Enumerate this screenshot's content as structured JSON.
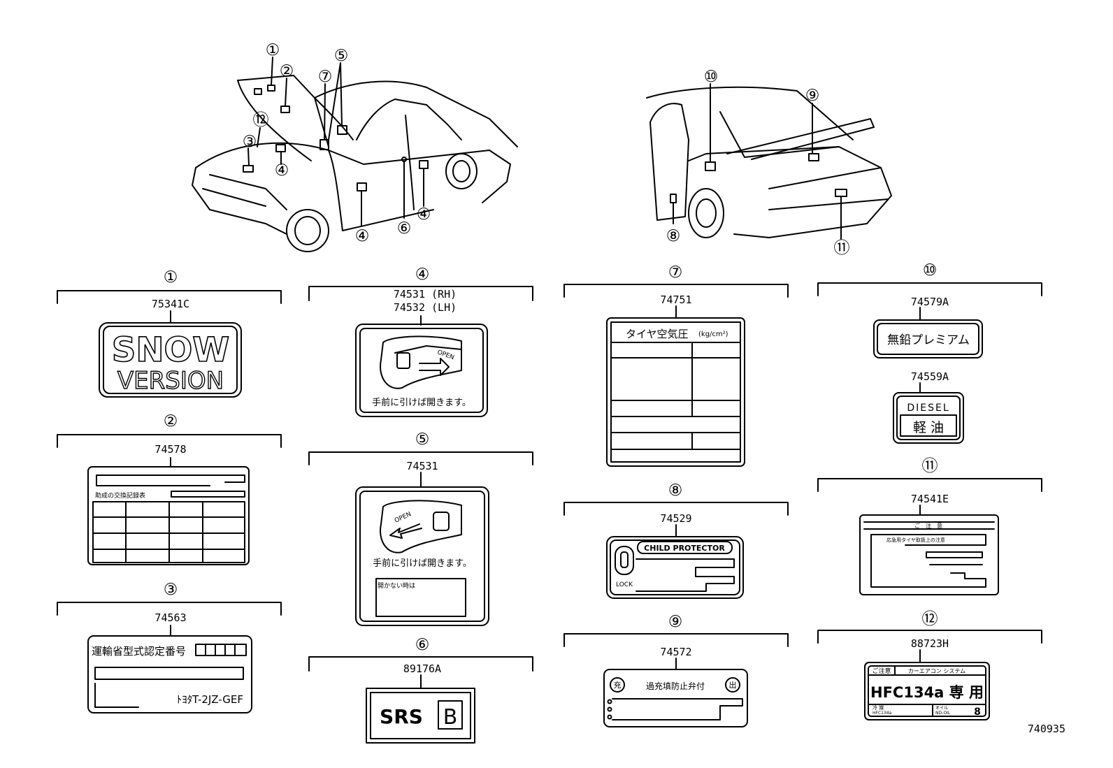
{
  "callouts": {
    "n1": "①",
    "n2": "②",
    "n3": "③",
    "n4": "④",
    "n5": "⑤",
    "n6": "⑥",
    "n7": "⑦",
    "n8": "⑧",
    "n9": "⑨",
    "n10": "⑩",
    "n11": "⑪",
    "n12": "⑫"
  },
  "labels": {
    "l1": {
      "part": "75341C",
      "line1": "SNOW",
      "line2": "VERSION"
    },
    "l2": {
      "part": "74578",
      "text": "助成の交換記録表"
    },
    "l3": {
      "part": "74563",
      "line1": "運輸省型式認定番号",
      "line2": "ﾄﾖﾀT-2JZ-GEF"
    },
    "l4": {
      "part_rh": "74531 (RH)",
      "part_lh": "74532 (LH)",
      "open": "OPEN",
      "caption": "手前に引けば開きます。"
    },
    "l5": {
      "part": "74531",
      "open": "OPEN",
      "caption": "手前に引けば開きます。",
      "note": "開かない時は"
    },
    "l6": {
      "part": "89176A",
      "srs": "SRS",
      "letter": "B"
    },
    "l7": {
      "part": "74751",
      "header": "タイヤ空気圧",
      "unit": "(kg/cm²)"
    },
    "l8": {
      "part": "74529",
      "title": "CHILD PROTECTOR",
      "lock": "LOCK"
    },
    "l9": {
      "part": "74572",
      "left_mark": "充",
      "text": "過充填防止弁付",
      "right_mark": "出"
    },
    "l10": {
      "part_a": "74579A",
      "text_a": "無鉛プレミアム",
      "part_b": "74559A",
      "text_b1": "DIESEL",
      "text_b2": "軽 油"
    },
    "l11": {
      "part": "74541E",
      "header": "ご　注　意",
      "sub": "応急用タイヤ取扱上の注意"
    },
    "l12": {
      "part": "88723H",
      "tag": "ご注意",
      "system": "カーエアコン システム",
      "main": "HFC134a 専 用",
      "gas": "冷 媒",
      "gas_val": "HFC134a",
      "oil": "オイル",
      "oil_val": "ND-OIL",
      "oil_num": "8"
    }
  },
  "figure_id": "740935"
}
